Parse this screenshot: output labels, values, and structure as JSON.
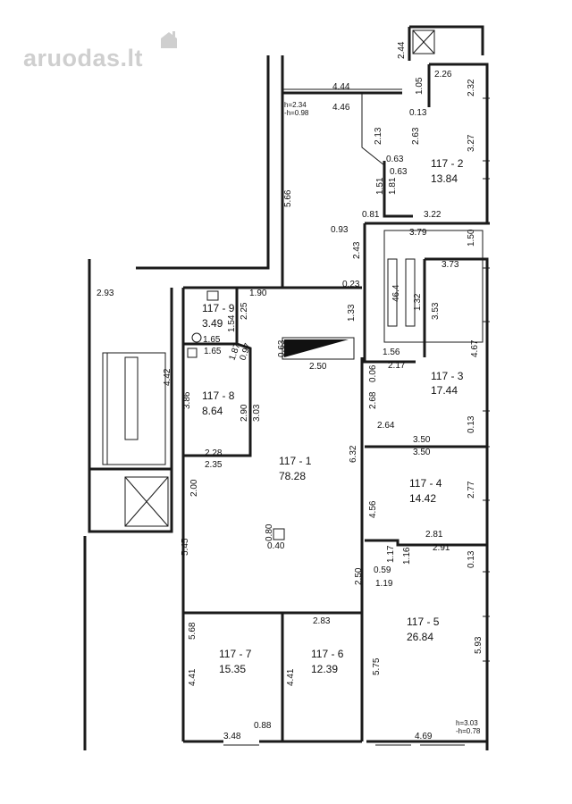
{
  "watermark": {
    "text": "aruodas.lt"
  },
  "rooms": [
    {
      "id": "117 - 2",
      "area": "13.84"
    },
    {
      "id": "117 - 9",
      "area": "3.49"
    },
    {
      "id": "117 - 8",
      "area": "8.64"
    },
    {
      "id": "117 - 1",
      "area": "78.28"
    },
    {
      "id": "117 - 3",
      "area": "17.44"
    },
    {
      "id": "117 - 4",
      "area": "14.42"
    },
    {
      "id": "117 - 5",
      "area": "26.84"
    },
    {
      "id": "117 - 7",
      "area": "15.35"
    },
    {
      "id": "117 - 6",
      "area": "12.39"
    }
  ],
  "dimensions": [
    "2.44",
    "2.26",
    "1.05",
    "2.32",
    "4.44",
    "4.46",
    "0.13",
    "2.13",
    "2.63",
    "3.27",
    "0.63",
    "0.63",
    "5.66",
    "1.51",
    "1.81",
    "0.81",
    "3.22",
    "0.93",
    "2.43",
    "3.79",
    "1.50",
    "3.73",
    "2.93",
    "1.90",
    "0.23",
    "1.33",
    "1.32",
    "3.53",
    "46.4",
    "2.25",
    "1.54",
    "1.65",
    "1.65",
    "0.63",
    "2.50",
    "1.56",
    "2.17",
    "0.06",
    "2.68",
    "4.67",
    "0.13",
    "2.64",
    "3.86",
    "2.90",
    "3.03",
    "6.32",
    "3.50",
    "3.50",
    "2.28",
    "2.35",
    "2.00",
    "4.56",
    "2.77",
    "2.81",
    "2.91",
    "5.45",
    "0.80",
    "0.40",
    "1.17",
    "1.16",
    "0.13",
    "0.59",
    "1.19",
    "2.50",
    "2.83",
    "5.68",
    "4.41",
    "4.41",
    "5.75",
    "5.93",
    "0.88",
    "3.48",
    "4.69",
    "1.87",
    "0.97",
    "4.42"
  ],
  "heights": [
    "h=2.34",
    "-h=0.98",
    "h=3.03",
    "-h=0.78"
  ]
}
